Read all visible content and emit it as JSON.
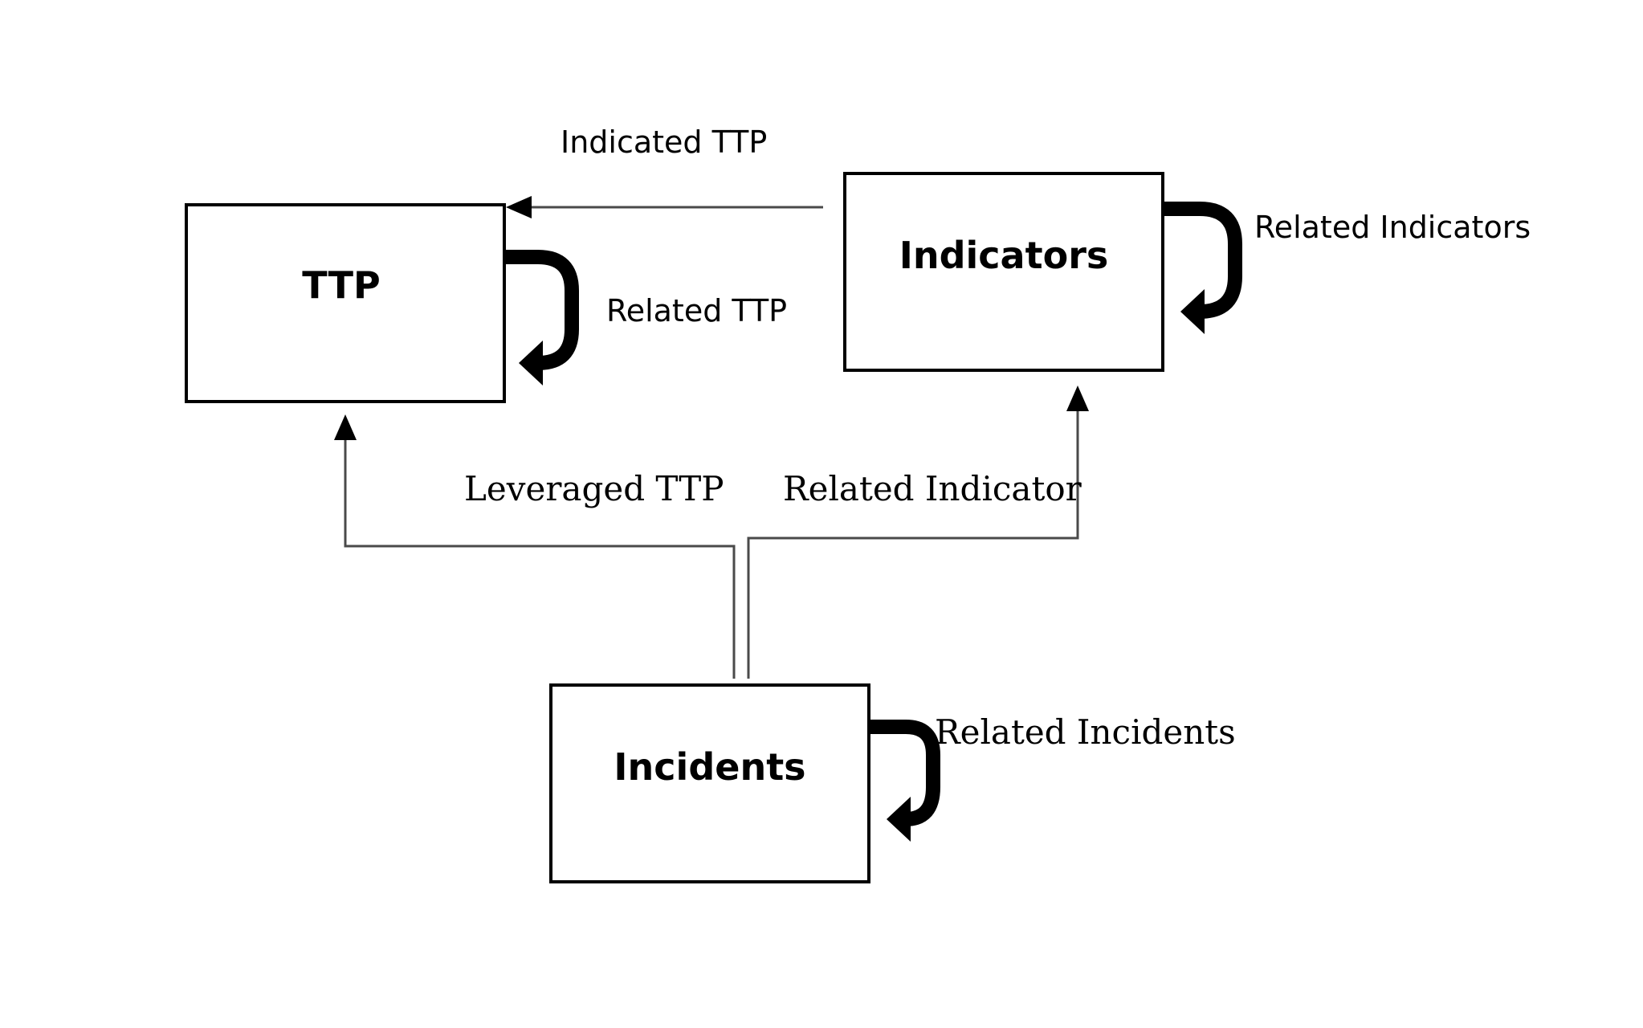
{
  "nodes": {
    "ttp": {
      "label": "TTP"
    },
    "indicators": {
      "label": "Indicators"
    },
    "incidents": {
      "label": "Incidents"
    }
  },
  "edges": {
    "indicated_ttp": {
      "label": "Indicated TTP"
    },
    "related_ttp": {
      "label": "Related TTP"
    },
    "related_indicators": {
      "label": "Related Indicators"
    },
    "leveraged_ttp": {
      "label": "Leveraged TTP"
    },
    "related_indicator": {
      "label": "Related Indicator"
    },
    "related_incidents": {
      "label": "Related Incidents"
    }
  }
}
